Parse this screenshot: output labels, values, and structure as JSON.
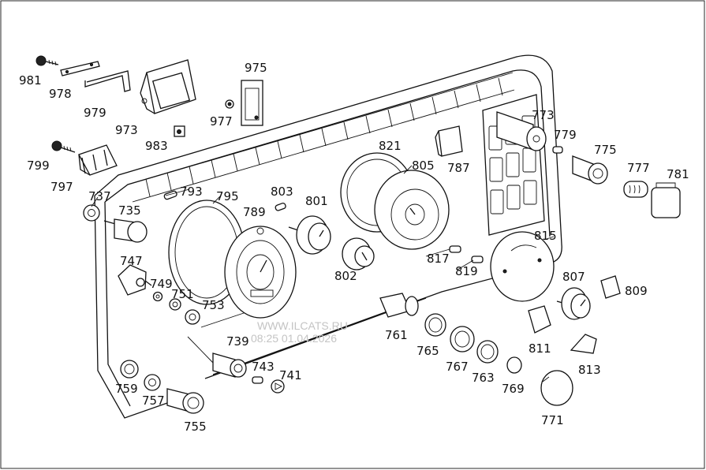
{
  "diagram": {
    "title": "",
    "part_numbers": [
      "981",
      "978",
      "979",
      "973",
      "983",
      "975",
      "977",
      "799",
      "797",
      "737",
      "735",
      "793",
      "795",
      "789",
      "803",
      "801",
      "821",
      "805",
      "787",
      "773",
      "779",
      "775",
      "777",
      "781",
      "747",
      "749",
      "751",
      "753",
      "802",
      "817",
      "819",
      "815",
      "807",
      "809",
      "761",
      "765",
      "767",
      "763",
      "769",
      "811",
      "813",
      "771",
      "739",
      "743",
      "741",
      "759",
      "757",
      "755"
    ]
  },
  "watermark": {
    "line1": "WWW.ILCATS.RU",
    "line2": "08:25 01.04.2026"
  }
}
